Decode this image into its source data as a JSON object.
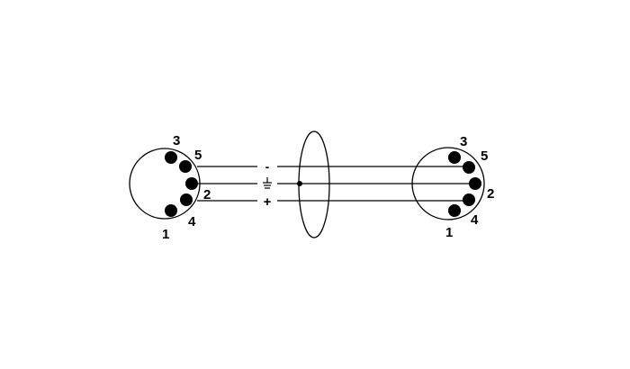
{
  "diagram": {
    "left_connector": {
      "pins": [
        "1",
        "2",
        "3",
        "4",
        "5"
      ]
    },
    "right_connector": {
      "pins": [
        "1",
        "2",
        "3",
        "4",
        "5"
      ]
    },
    "signals": {
      "minus": "-",
      "ground": "⏚",
      "plus": "+"
    },
    "colors": {
      "line": "#000000",
      "background": "#ffffff"
    }
  }
}
